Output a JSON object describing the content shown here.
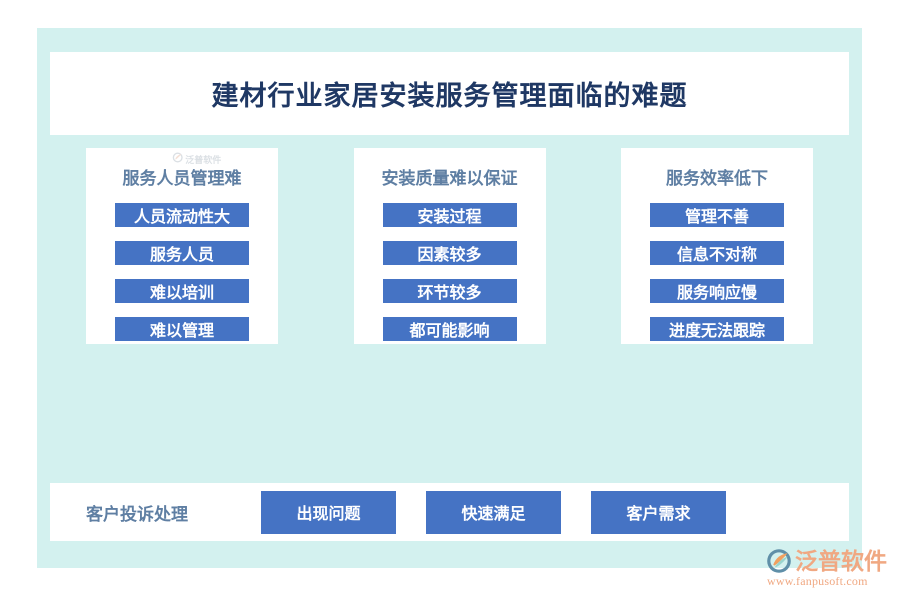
{
  "title": {
    "text": "建材行业家居安装服务管理面临的难题"
  },
  "watermark": {
    "text": "泛普软件"
  },
  "colors": {
    "panel_background": "#d3f1ef",
    "card_background": "#ffffff",
    "chip_blue": "#4573c4",
    "heading_slate": "#5f7fa3",
    "title_navy": "#1f3864",
    "logo_orange": "#f0a882",
    "logo_teal": "#7fc6c0"
  },
  "columns": [
    {
      "heading": "服务人员管理难",
      "has_watermark": true,
      "chips": [
        "人员流动性大",
        "服务人员",
        "难以培训",
        "难以管理"
      ]
    },
    {
      "heading": "安装质量难以保证",
      "has_watermark": false,
      "chips": [
        "安装过程",
        "因素较多",
        "环节较多",
        "都可能影响"
      ]
    },
    {
      "heading": "服务效率低下",
      "has_watermark": false,
      "chips": [
        "管理不善",
        "信息不对称",
        "服务响应慢",
        "进度无法跟踪"
      ]
    }
  ],
  "bottom_row": {
    "label": "客户投诉处理",
    "chips": [
      "出现问题",
      "快速满足",
      "客户需求"
    ]
  },
  "footer": {
    "brand": "泛普软件",
    "url": "www.fanpusoft.com",
    "logo_icon": "fanpu-swoosh-logo-icon"
  }
}
